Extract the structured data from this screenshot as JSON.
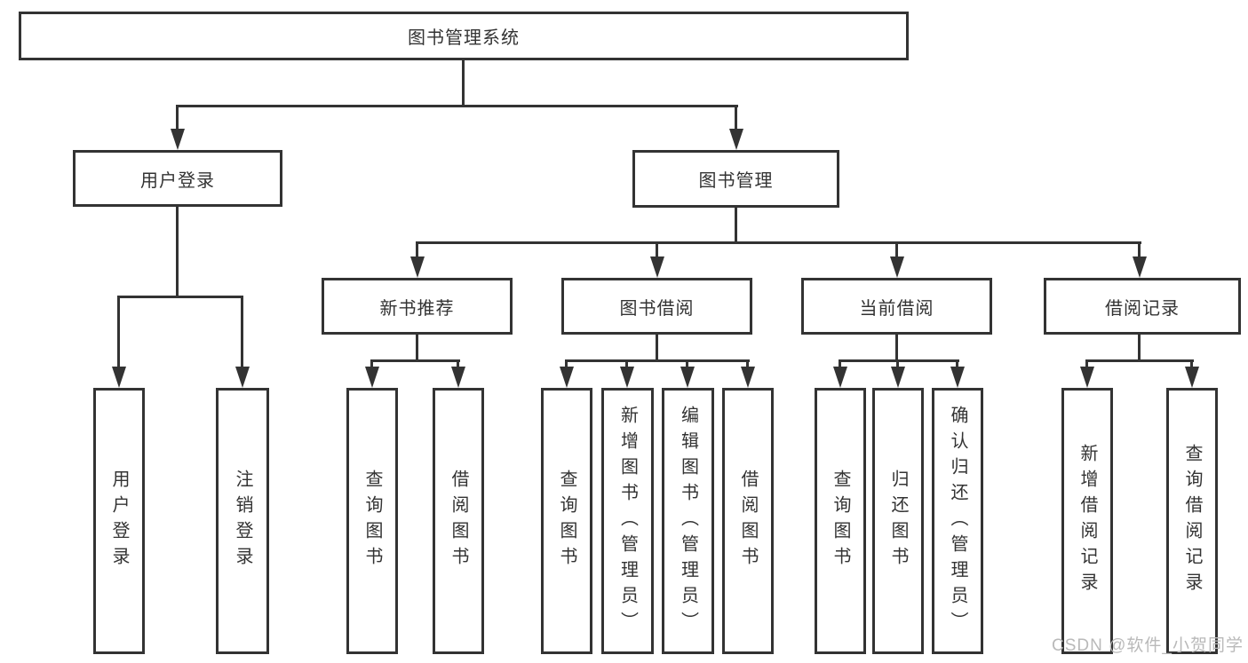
{
  "diagram_type": "tree",
  "root": {
    "label": "图书管理系统",
    "children": [
      {
        "label": "用户登录",
        "children": [
          {
            "label": "用户登录"
          },
          {
            "label": "注销登录"
          }
        ]
      },
      {
        "label": "图书管理",
        "children": [
          {
            "label": "新书推荐",
            "children": [
              {
                "label": "查询图书"
              },
              {
                "label": "借阅图书"
              }
            ]
          },
          {
            "label": "图书借阅",
            "children": [
              {
                "label": "查询图书"
              },
              {
                "label": "新增图书（管理员）"
              },
              {
                "label": "编辑图书（管理员）"
              },
              {
                "label": "借阅图书"
              }
            ]
          },
          {
            "label": "当前借阅",
            "children": [
              {
                "label": "查询图书"
              },
              {
                "label": "归还图书"
              },
              {
                "label": "确认归还（管理员）"
              }
            ]
          },
          {
            "label": "借阅记录",
            "children": [
              {
                "label": "新增借阅记录"
              },
              {
                "label": "查询借阅记录"
              }
            ]
          }
        ]
      }
    ]
  },
  "watermark": {
    "text": "CSDN @软件_小贺同学"
  },
  "colors": {
    "line": "#333333",
    "text": "#333333",
    "background": "#ffffff",
    "watermark": "#b9b9b9"
  }
}
